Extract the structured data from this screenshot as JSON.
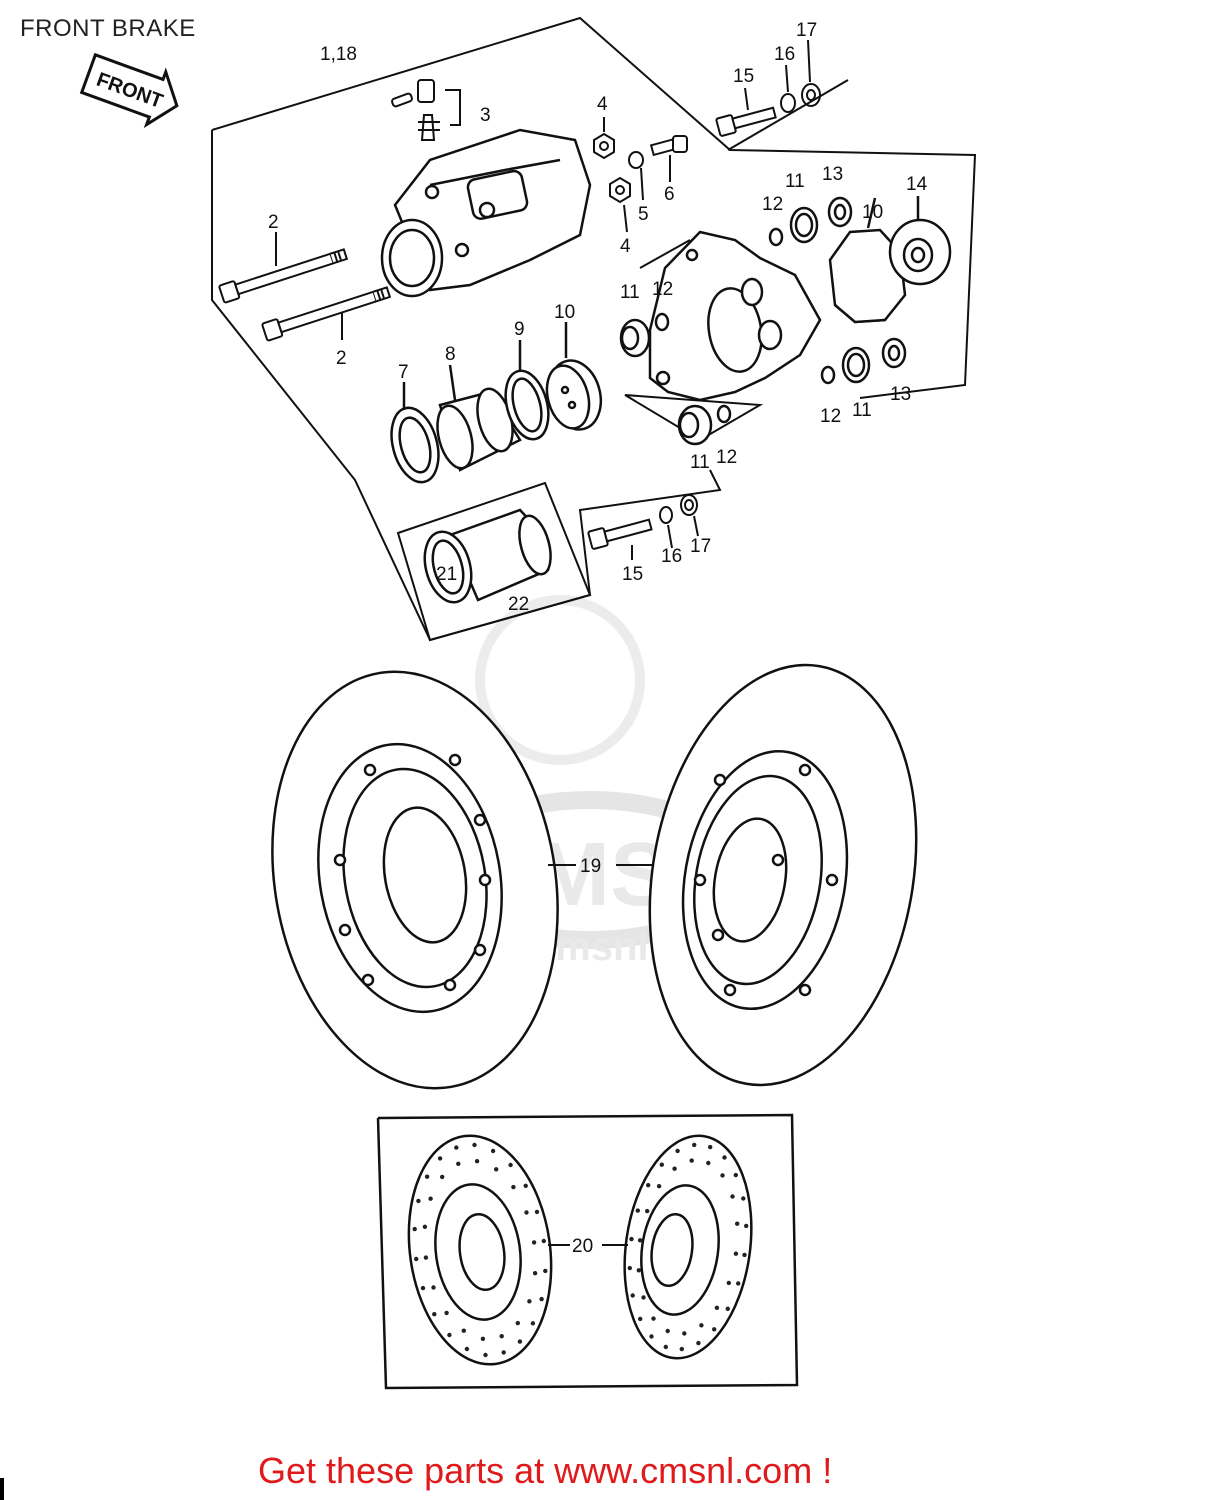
{
  "title": "FRONT BRAKE",
  "front_arrow_text": "FRONT",
  "watermark": "www.cmsnl.com",
  "footer": "Get these parts at www.cmsnl.com !",
  "colors": {
    "line": "#111111",
    "footer": "#e0191b",
    "watermark": "#d4d4d4"
  },
  "parts": {
    "p1_18": "1,18",
    "p2": "2",
    "p3": "3",
    "p4": "4",
    "p5": "5",
    "p6": "6",
    "p7": "7",
    "p8": "8",
    "p9": "9",
    "p10": "10",
    "p11": "11",
    "p12": "12",
    "p13": "13",
    "p14": "14",
    "p15": "15",
    "p16": "16",
    "p17": "17",
    "p19": "19",
    "p20": "20",
    "p21": "21",
    "p22": "22"
  }
}
